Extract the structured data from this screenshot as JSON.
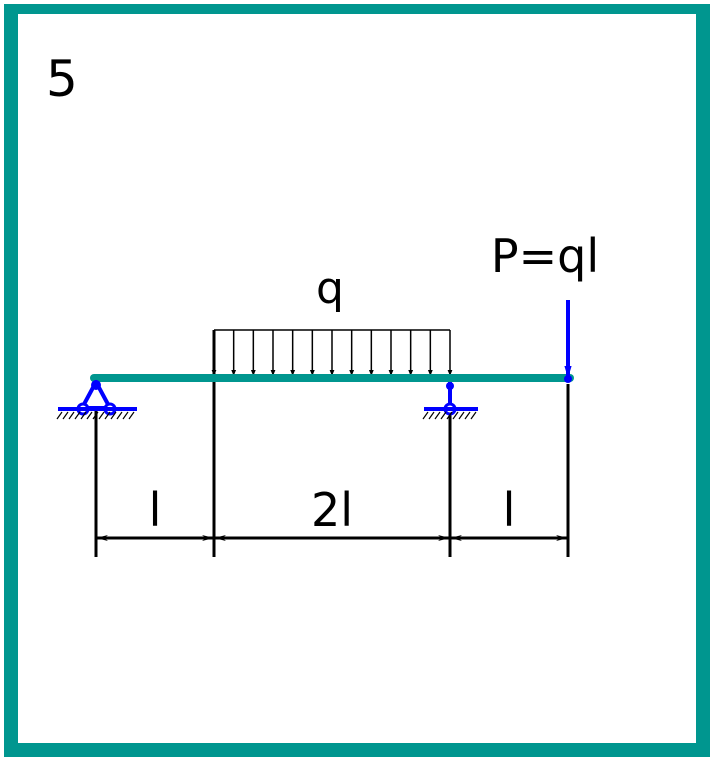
{
  "problem_number": "5",
  "loads": {
    "distributed_label": "q",
    "point_label": "P=ql"
  },
  "dimensions": [
    {
      "label": "l"
    },
    {
      "label": "2l"
    },
    {
      "label": "l"
    }
  ],
  "colors": {
    "frame": "#00968f",
    "beam": "#00968f",
    "support": "#0000ff",
    "point_load": "#0000ff",
    "lines": "#000000"
  }
}
